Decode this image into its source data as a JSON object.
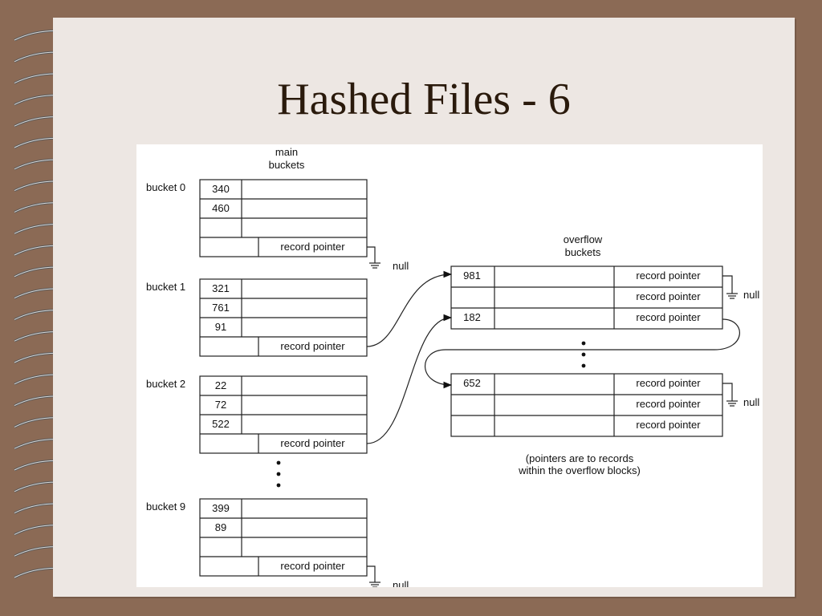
{
  "slide": {
    "title": "Hashed Files - 6"
  },
  "diagram": {
    "main_label": [
      "main",
      "buckets"
    ],
    "overflow_label": [
      "overflow",
      "buckets"
    ],
    "pointer_text": "record pointer",
    "null_text": "null",
    "note": [
      "(pointers are to records",
      "within the overflow blocks)"
    ],
    "main_buckets": [
      {
        "name": "bucket 0",
        "records": [
          "340",
          "460",
          ""
        ]
      },
      {
        "name": "bucket 1",
        "records": [
          "321",
          "761",
          "91"
        ]
      },
      {
        "name": "bucket 2",
        "records": [
          "22",
          "72",
          "522"
        ]
      },
      {
        "name": "bucket 9",
        "records": [
          "399",
          "89",
          ""
        ]
      }
    ],
    "overflow_blocks": [
      {
        "records": [
          "981",
          "",
          "182"
        ]
      },
      {
        "records": [
          "652",
          "",
          ""
        ]
      }
    ]
  }
}
